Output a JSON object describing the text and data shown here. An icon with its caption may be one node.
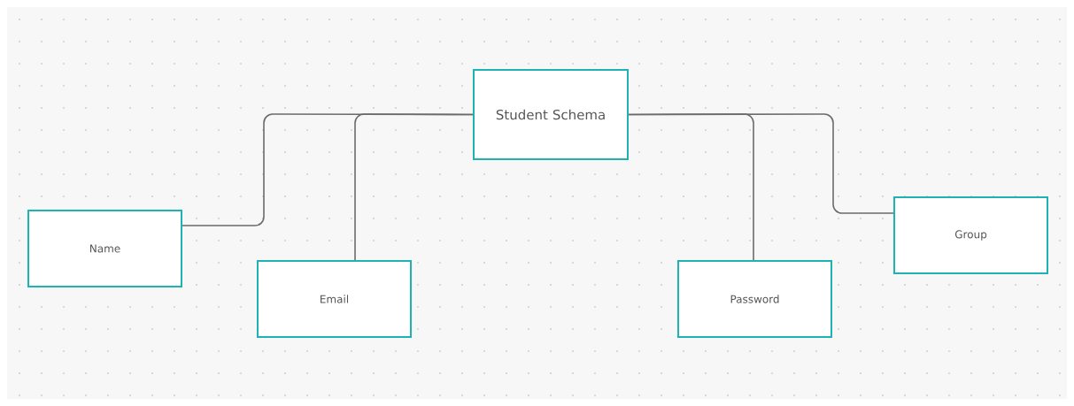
{
  "diagram": {
    "nodes": [
      {
        "text": [
          "Student Schema"
        ]
      },
      {
        "text": [
          "Name"
        ]
      },
      {
        "text": [
          "Email"
        ]
      },
      {
        "text": [
          "Password"
        ]
      },
      {
        "text": [
          "Group"
        ]
      }
    ],
    "edges": [
      {
        "from": 0,
        "to": 1,
        "arrow": "none"
      },
      {
        "from": 0,
        "to": 2,
        "arrow": "none"
      },
      {
        "from": 0,
        "to": 3,
        "arrow": "none"
      },
      {
        "from": 0,
        "to": 4,
        "arrow": "none"
      }
    ]
  }
}
